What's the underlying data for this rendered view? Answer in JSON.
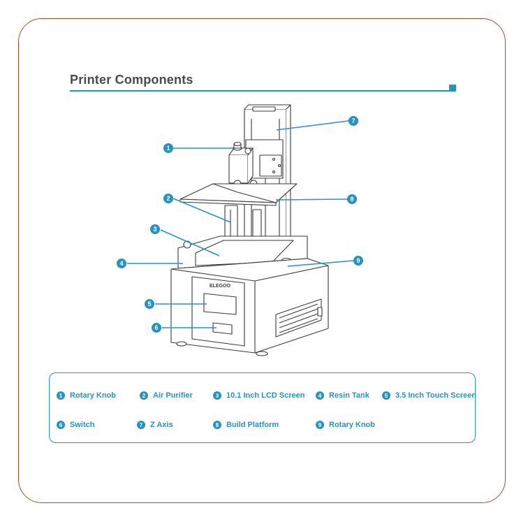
{
  "title": "Printer Components",
  "accent_color": "#2694bf",
  "border_color": "#b04a2e",
  "figure": {
    "brand_mark": "ELEGOO",
    "callout_numbers": [
      "1",
      "2",
      "3",
      "4",
      "5",
      "6",
      "7",
      "8",
      "9"
    ]
  },
  "legend": [
    {
      "number": "1",
      "label": "Rotary Knob"
    },
    {
      "number": "2",
      "label": "Air Purifier"
    },
    {
      "number": "3",
      "label": "10.1 Inch LCD Screen"
    },
    {
      "number": "4",
      "label": "Resin Tank"
    },
    {
      "number": "5",
      "label": "3.5 Inch Touch Screen"
    },
    {
      "number": "6",
      "label": "Switch"
    },
    {
      "number": "7",
      "label": "Z Axis"
    },
    {
      "number": "8",
      "label": "Build Platform"
    },
    {
      "number": "9",
      "label": "Rotary Knob"
    }
  ]
}
